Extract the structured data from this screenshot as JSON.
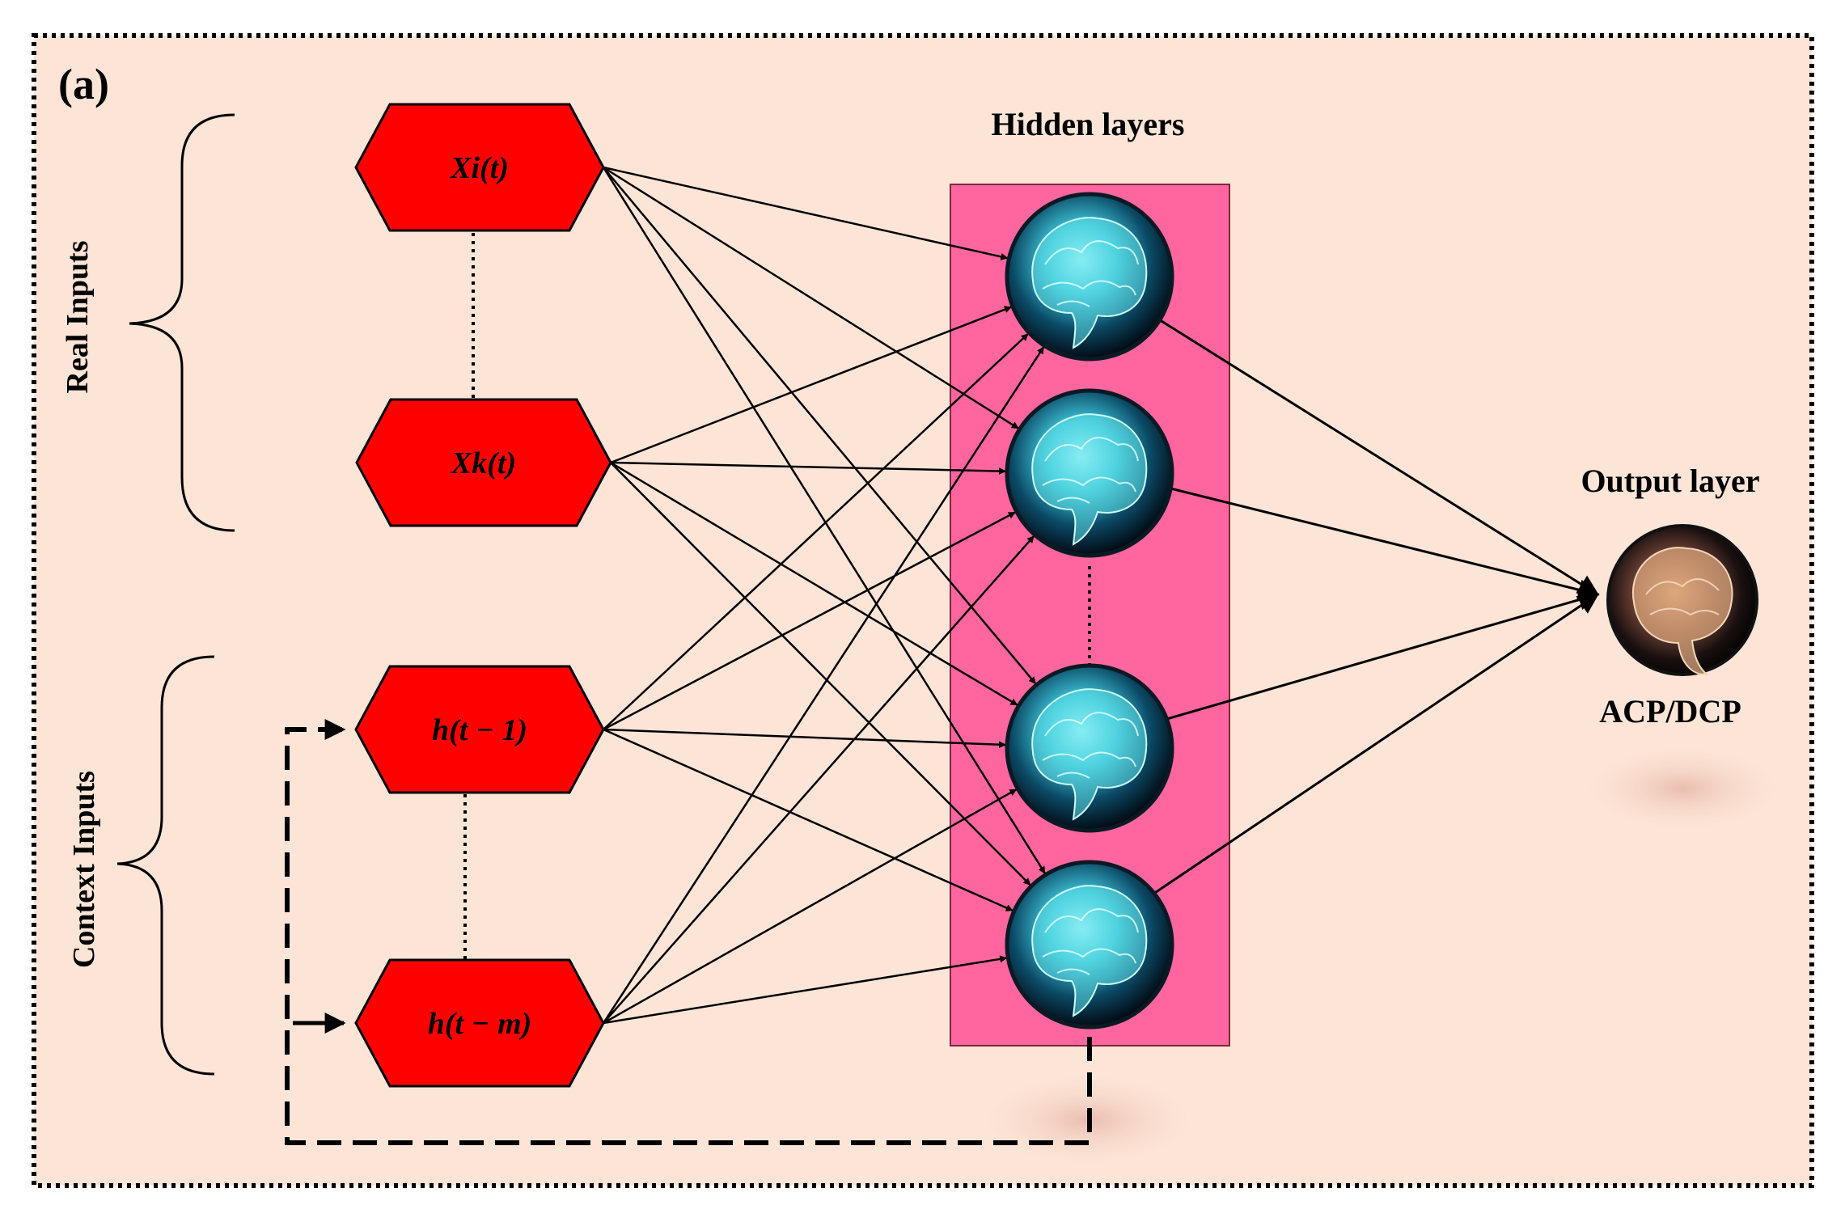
{
  "panel_label": "(a)",
  "side_labels": {
    "real_inputs": "Real Inputs",
    "context_inputs": "Context  Inputs"
  },
  "inputs": [
    {
      "id": "xi",
      "label": "Xi(t)"
    },
    {
      "id": "xk",
      "label": "Xk(t)"
    },
    {
      "id": "h1",
      "label": "h(t − 1)"
    },
    {
      "id": "hm",
      "label": "h(t − m)"
    }
  ],
  "hidden_layer": {
    "title": "Hidden layers",
    "node_count": 4
  },
  "output_layer": {
    "title": "Output layer",
    "node_label": "ACP/DCP"
  },
  "colors": {
    "background": "#fce4d6",
    "hexagon_fill": "#ff0000",
    "hidden_panel": "#ff66a0",
    "brain_glow": "#5fe0e8",
    "border": "#000000"
  },
  "icons": [
    "brain-icon",
    "brain-output-icon"
  ]
}
